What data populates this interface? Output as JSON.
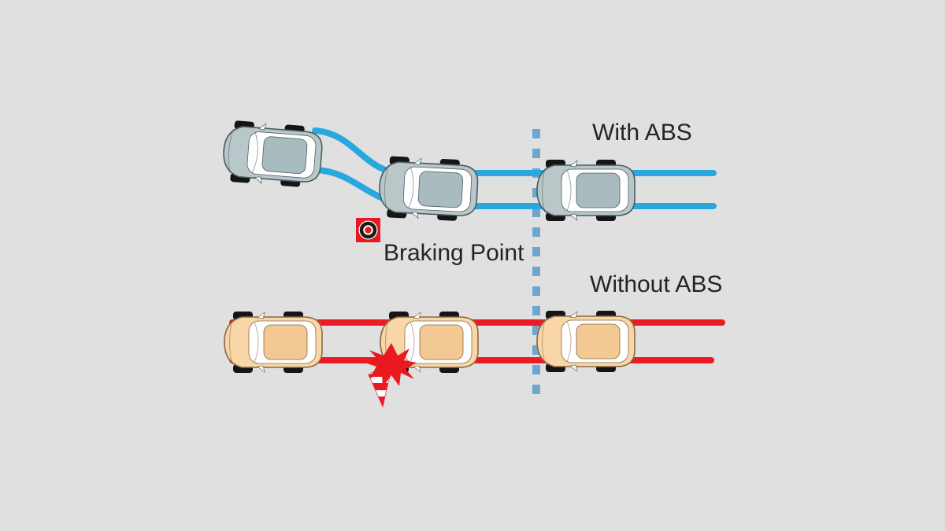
{
  "figure": {
    "type": "diagram"
  },
  "labels": {
    "with_abs": "With ABS",
    "without_abs": "Without ABS",
    "braking_point": "Braking Point"
  },
  "colors": {
    "background": "#e0e0e0",
    "text": "#272325",
    "abs_track": "#29a8e0",
    "no_abs_track": "#ec1b23",
    "divider_dash": "#6fa6cf",
    "car_abs_body": "#b9c7c9",
    "car_abs_roof": "#a8bcc0",
    "car_abs_outline": "#4a5d63",
    "car_no_abs_body": "#f9d6a7",
    "car_no_abs_roof": "#f2c893",
    "car_no_abs_outline": "#8a6a45",
    "wheel": "#151515",
    "glass": "#ffffff",
    "crash": "#e8191f",
    "braking_icon_bg": "#e8191f",
    "braking_icon_ring": "#1a1a1a"
  },
  "icons": [
    {
      "name": "braking-point-target-icon",
      "glyph": "bullseye-in-red-square"
    },
    {
      "name": "crash-starburst-icon",
      "glyph": "red-impact-star"
    },
    {
      "name": "traffic-cone-icon",
      "glyph": "striped-toppled-cone"
    }
  ]
}
